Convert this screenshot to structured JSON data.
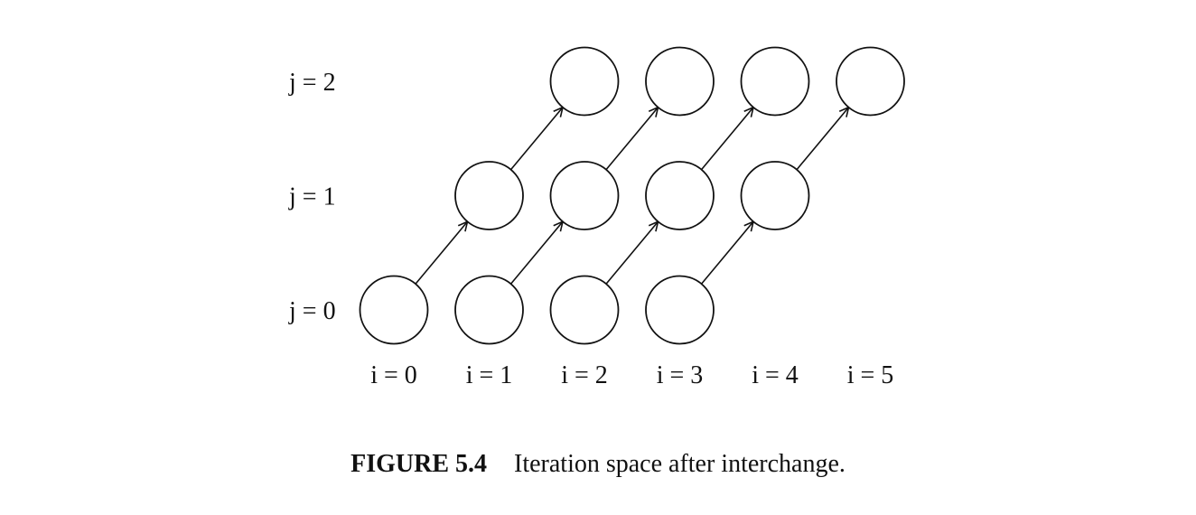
{
  "figure": {
    "number": "FIGURE 5.4",
    "caption": "Iteration space after interchange."
  },
  "rows": [
    {
      "j": 0,
      "label": "j = 0"
    },
    {
      "j": 1,
      "label": "j = 1"
    },
    {
      "j": 2,
      "label": "j = 2"
    }
  ],
  "columns": [
    {
      "i": 0,
      "label": "i = 0"
    },
    {
      "i": 1,
      "label": "i = 1"
    },
    {
      "i": 2,
      "label": "i = 2"
    },
    {
      "i": 3,
      "label": "i = 3"
    },
    {
      "i": 4,
      "label": "i = 4"
    },
    {
      "i": 5,
      "label": "i = 5"
    }
  ],
  "nodes": [
    {
      "i": 0,
      "j": 0
    },
    {
      "i": 1,
      "j": 0
    },
    {
      "i": 2,
      "j": 0
    },
    {
      "i": 3,
      "j": 0
    },
    {
      "i": 1,
      "j": 1
    },
    {
      "i": 2,
      "j": 1
    },
    {
      "i": 3,
      "j": 1
    },
    {
      "i": 4,
      "j": 1
    },
    {
      "i": 2,
      "j": 2
    },
    {
      "i": 3,
      "j": 2
    },
    {
      "i": 4,
      "j": 2
    },
    {
      "i": 5,
      "j": 2
    }
  ],
  "edges": [
    {
      "from": [
        0,
        0
      ],
      "to": [
        1,
        1
      ]
    },
    {
      "from": [
        1,
        0
      ],
      "to": [
        2,
        1
      ]
    },
    {
      "from": [
        2,
        0
      ],
      "to": [
        3,
        1
      ]
    },
    {
      "from": [
        3,
        0
      ],
      "to": [
        4,
        1
      ]
    },
    {
      "from": [
        1,
        1
      ],
      "to": [
        2,
        2
      ]
    },
    {
      "from": [
        2,
        1
      ],
      "to": [
        3,
        2
      ]
    },
    {
      "from": [
        3,
        1
      ],
      "to": [
        4,
        2
      ]
    },
    {
      "from": [
        4,
        1
      ],
      "to": [
        5,
        2
      ]
    }
  ],
  "colors": {
    "stroke": "#111111",
    "background": "#ffffff"
  }
}
